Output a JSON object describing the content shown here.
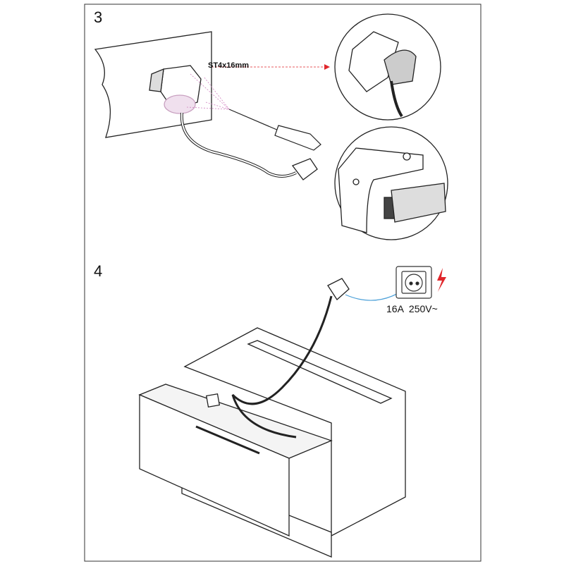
{
  "step3": {
    "number": "3",
    "screw_label": "ST4x16mm"
  },
  "step4": {
    "number": "4",
    "socket_rating": "16A  250V~"
  },
  "colors": {
    "line": "#222222",
    "accent_red": "#e0262b",
    "cable_blue": "#4a9fd8",
    "pink_lines": "#d080c0"
  }
}
